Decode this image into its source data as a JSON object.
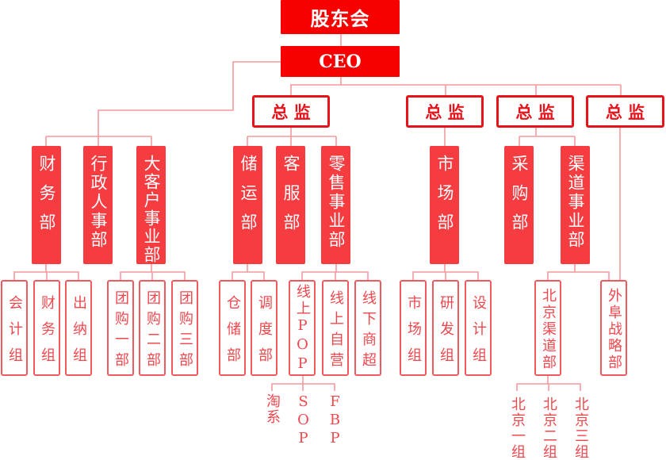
{
  "org_chart": {
    "board": {
      "label": "股东会"
    },
    "ceo": {
      "label": "CEO"
    },
    "ceo_departments": [
      {
        "label": "财务部",
        "teams": [
          "会计组",
          "财务组",
          "出纳组"
        ]
      },
      {
        "label": "行政人事部"
      },
      {
        "label": "大客户事业部",
        "teams": [
          "团购一部",
          "团购二部",
          "团购三部"
        ]
      }
    ],
    "directors": [
      {
        "label": "总 监",
        "departments": [
          {
            "label": "储运部",
            "teams": [
              "仓储部",
              "调度部"
            ]
          },
          {
            "label": "客服部"
          },
          {
            "label": "零售事业部",
            "teams": [
              {
                "label": "线上POP",
                "subteams": [
                  "淘系",
                  "SOP",
                  "FBP"
                ]
              },
              {
                "label": "线上自营"
              },
              {
                "label": "线下商超"
              }
            ]
          }
        ]
      },
      {
        "label": "总 监",
        "departments": [
          {
            "label": "市场部",
            "teams": [
              "市场组",
              "研发组",
              "设计组"
            ]
          }
        ]
      },
      {
        "label": "总 监",
        "departments": [
          {
            "label": "采购部"
          },
          {
            "label": "渠道事业部",
            "teams": [
              {
                "label": "北京渠道部",
                "subteams": [
                  "北京一组",
                  "北京二组",
                  "北京三组"
                ]
              }
            ]
          }
        ]
      },
      {
        "label": "总 监",
        "units": [
          "外阜战略部"
        ]
      }
    ]
  },
  "colors": {
    "top_red": "#f70000",
    "director_red": "#e8121b",
    "department_fill": "#f53c41",
    "team_text": "#f0474d",
    "team_border": "#f05a5f",
    "connector": "#f5999c"
  }
}
